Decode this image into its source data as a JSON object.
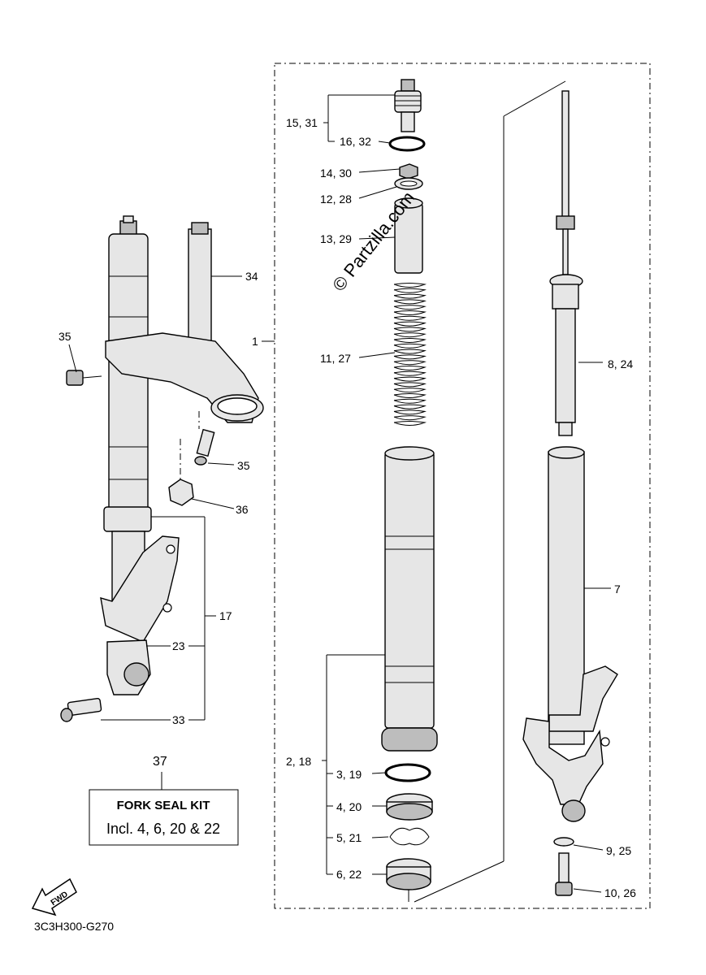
{
  "labels": {
    "p1": "1",
    "p2_18": "2, 18",
    "p3_19": "3, 19",
    "p4_20": "4, 20",
    "p5_21": "5, 21",
    "p6_22": "6, 22",
    "p7": "7",
    "p8_24": "8, 24",
    "p9_25": "9, 25",
    "p10_26": "10, 26",
    "p11_27": "11, 27",
    "p12_28": "12, 28",
    "p13_29": "13, 29",
    "p14_30": "14, 30",
    "p15_31": "15, 31",
    "p16_32": "16, 32",
    "p17": "17",
    "p23": "23",
    "p33": "33",
    "p34": "34",
    "p35a": "35",
    "p35b": "35",
    "p36": "36",
    "p37": "37"
  },
  "kit": {
    "title": "FORK SEAL KIT",
    "contents": "Incl. 4, 6, 20 & 22"
  },
  "watermark": "© Partzilla.com",
  "fwd_label": "FWD",
  "diagram_code": "3C3H300-G270"
}
